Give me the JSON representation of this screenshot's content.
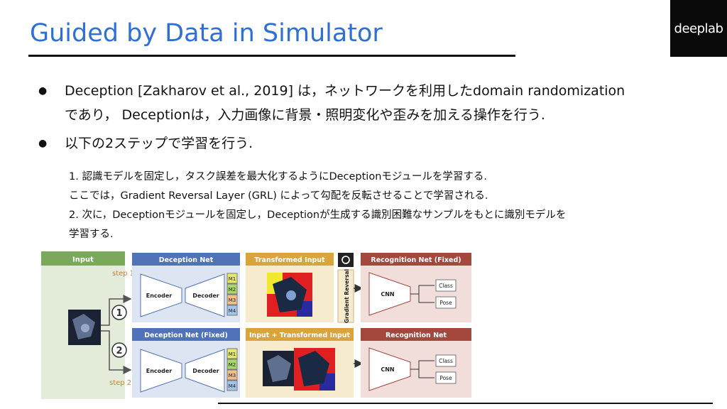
{
  "header": {
    "title": "Guided by Data in Simulator",
    "logo_text": "deeplab"
  },
  "bullets": [
    {
      "line1": "Deception [Zakharov et al., 2019] は，ネットワークを利用したdomain randomization",
      "line2": "であり，  Deceptionは，入力画像に背景・照明変化や歪みを加える操作を行う."
    },
    {
      "line1": "以下の2ステップで学習を行う."
    }
  ],
  "steps": [
    "1. 認識モデルを固定し，タスク誤差を最大化するようにDeceptionモジュールを学習する.",
    "ここでは，Gradient Reversal Layer (GRL) によって勾配を反転させることで学習される.",
    "2. 次に，Deceptionモジュールを固定し，Deceptionが生成する識別困難なサンプルをもとに識別モデルを",
    "学習する."
  ],
  "diagram": {
    "input_label": "Input",
    "deception_net": "Deception Net",
    "deception_net_fixed": "Deception Net (Fixed)",
    "transformed_input": "Transformed Input",
    "input_transformed": "Input + Transformed Input",
    "recognition_fixed": "Recognition Net (Fixed)",
    "recognition_net": "Recognition Net",
    "encoder": "Encoder",
    "decoder": "Decoder",
    "cnn": "CNN",
    "class": "Class",
    "pose": "Pose",
    "gradient_reversal": "Gradient Reversal",
    "step1": "step 1",
    "step2": "step 2",
    "circle1": "1",
    "circle2": "2",
    "masks": [
      "M1",
      "M2",
      "M3",
      "M4"
    ],
    "colors": {
      "input_header": "#7aa95c",
      "input_bg": "#e3ecd8",
      "deception_header": "#4f72b8",
      "deception_bg": "#dde4f2",
      "transform_header": "#d9a43a",
      "transform_bg": "#f6ebcc",
      "recog_header": "#a4473d",
      "recog_bg": "#f1dedb",
      "step_text": "#d97a3a"
    }
  }
}
